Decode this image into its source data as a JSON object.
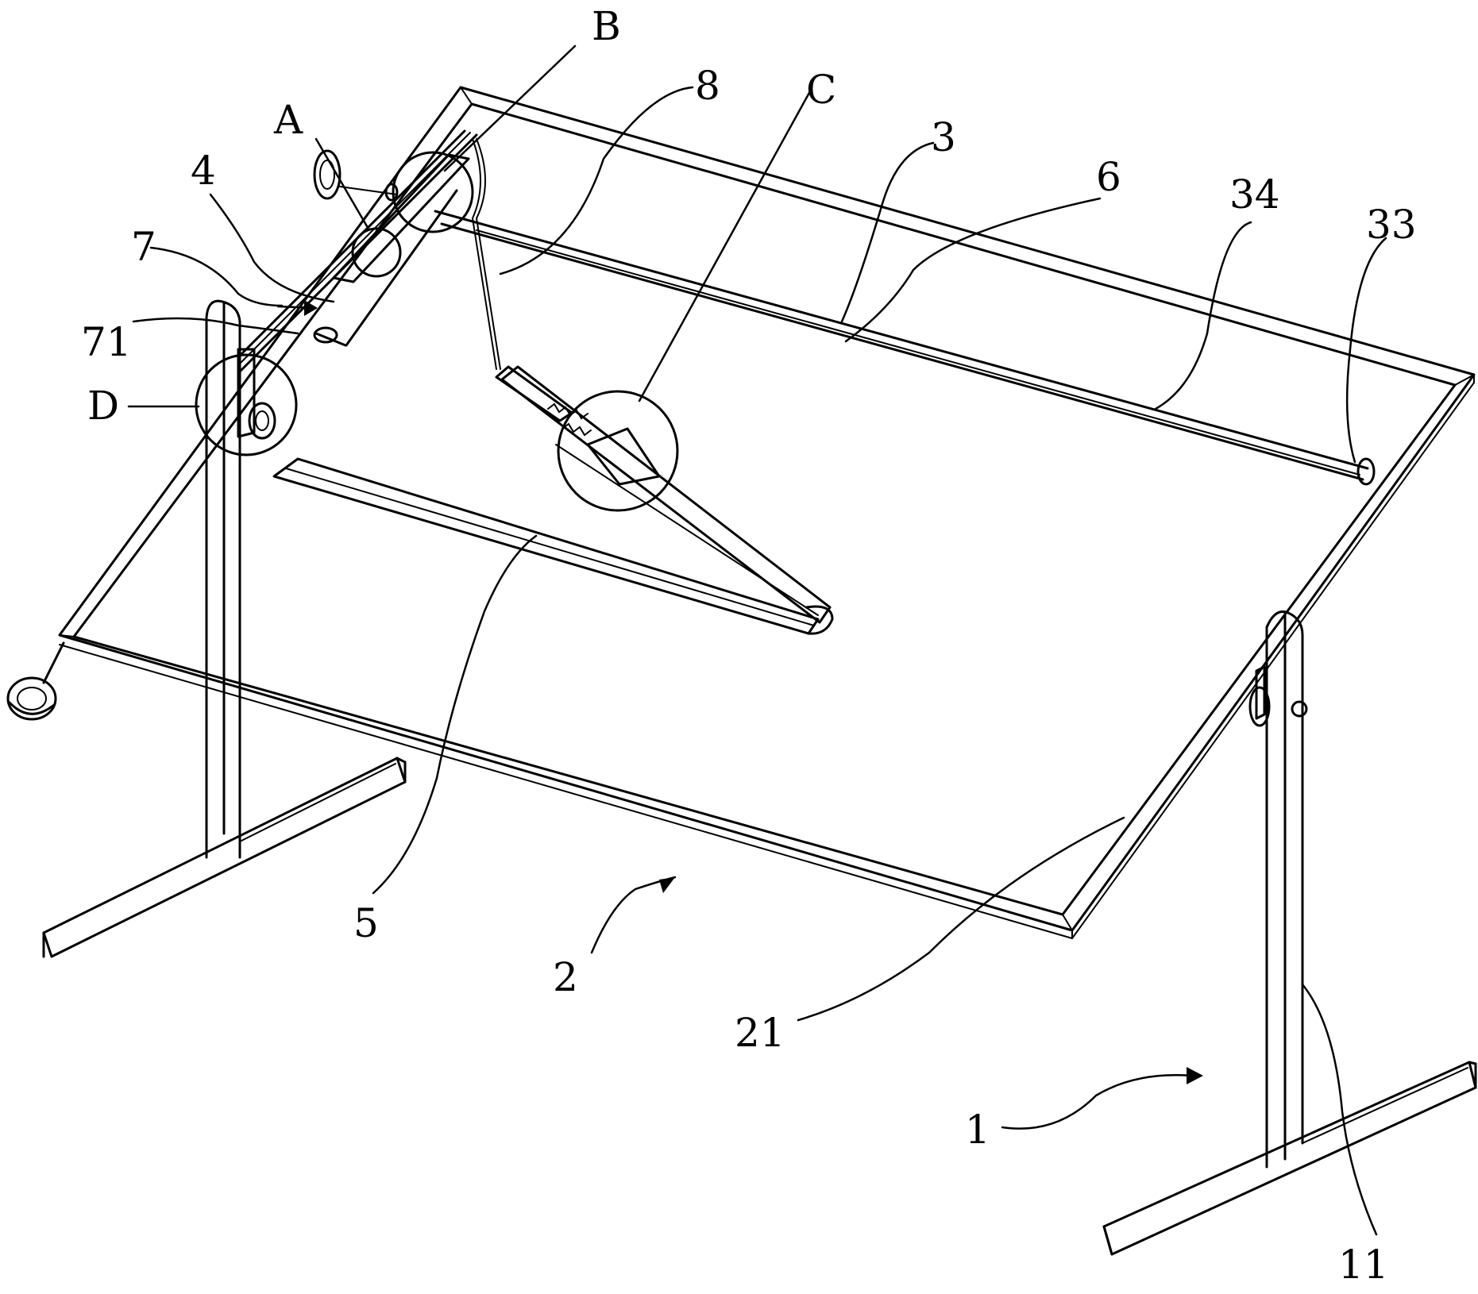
{
  "labels": {
    "B": "B",
    "8": "8",
    "C": "C",
    "A": "A",
    "3": "3",
    "6": "6",
    "34": "34",
    "33": "33",
    "4": "4",
    "7": "7",
    "71": "71",
    "D": "D",
    "5": "5",
    "2": "2",
    "21": "21",
    "1": "1",
    "11": "11"
  }
}
